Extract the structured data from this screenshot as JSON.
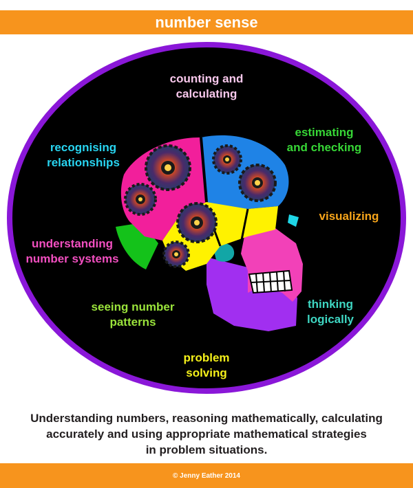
{
  "title": "number sense",
  "labels": {
    "counting": {
      "line1": "counting and",
      "line2": "calculating",
      "color": "#f9c8ec"
    },
    "estimating": {
      "line1": "estimating",
      "line2": "and checking",
      "color": "#37d636"
    },
    "recognising": {
      "line1": "recognising",
      "line2": "relationships",
      "color": "#28d4f0"
    },
    "visualizing": {
      "line1": "visualizing",
      "color": "#f7a51a"
    },
    "understanding": {
      "line1": "understanding",
      "line2": "number systems",
      "color": "#f24fc0"
    },
    "seeing": {
      "line1": "seeing number",
      "line2": "patterns",
      "color": "#9ae33b"
    },
    "thinking": {
      "line1": "thinking",
      "line2": "logically",
      "color": "#3ed6c2"
    },
    "problem": {
      "line1": "problem",
      "line2": "solving",
      "color": "#f4f01a"
    }
  },
  "caption": {
    "line1": "Understanding numbers, reasoning mathematically, calculating",
    "line2": "accurately and using appropriate mathematical strategies",
    "line3": "in problem situations."
  },
  "footer": "© Jenny Eather 2014",
  "colors": {
    "banner": "#f7941d",
    "ring": "#8a17d8",
    "background": "#000000",
    "brain_pink": "#f21f9b",
    "brain_blue": "#1f83e6",
    "brain_yellow": "#fff200",
    "brain_green": "#14c21a",
    "skull_magenta": "#f241b8",
    "jaw_purple": "#a12ff0"
  }
}
